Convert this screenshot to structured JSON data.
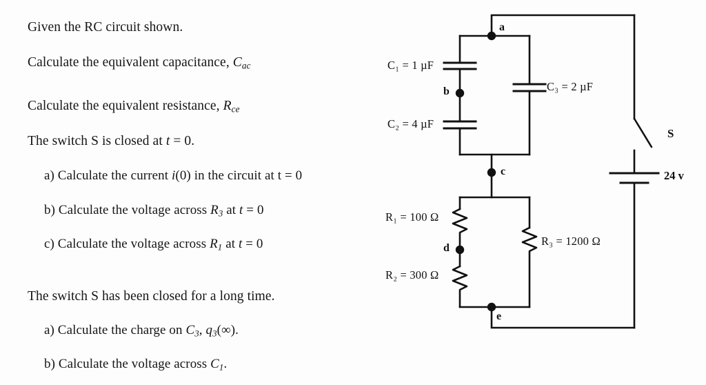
{
  "problem": {
    "intro": "Given the RC circuit shown.",
    "task_capacitance_pre": "Calculate the equivalent capacitance, ",
    "task_capacitance_sym": "C",
    "task_capacitance_sub": "ac",
    "task_resistance_pre": "Calculate the equivalent resistance, ",
    "task_resistance_sym": "R",
    "task_resistance_sub": "ce",
    "switch_closed_pre": "The switch S is closed at ",
    "switch_closed_t": "t",
    "switch_closed_post": " = 0.",
    "part1_a_pre": "a) Calculate the current ",
    "part1_a_i": "i",
    "part1_a_post": "(0) in the circuit at t = 0",
    "part1_b_pre": "b) Calculate the voltage across ",
    "part1_b_sym": "R",
    "part1_b_sub": "3",
    "part1_b_mid": " at ",
    "part1_b_t": "t",
    "part1_b_post": " = 0",
    "part1_c_pre": "c) Calculate the voltage across ",
    "part1_c_sym": "R",
    "part1_c_sub": "1",
    "part1_c_mid": " at ",
    "part1_c_t": "t",
    "part1_c_post": " = 0",
    "long_time": "The switch S has been closed for a long time.",
    "part2_a_pre": "a) Calculate the charge on ",
    "part2_a_sym1": "C",
    "part2_a_sub1": "3",
    "part2_a_mid": ", ",
    "part2_a_sym2": "q",
    "part2_a_sub2": "3",
    "part2_a_post": "(∞).",
    "part2_b_pre": "b) Calculate the voltage across ",
    "part2_b_sym": "C",
    "part2_b_sub": "1",
    "part2_b_post": "."
  },
  "circuit": {
    "components": {
      "c1": {
        "symbol": "C",
        "sub": "1",
        "value": "= 1 µF",
        "full": "C₁ = 1 µF"
      },
      "c2": {
        "symbol": "C",
        "sub": "2",
        "value": "= 4 µF",
        "full": "C₂ = 4 µF"
      },
      "c3": {
        "symbol": "C",
        "sub": "3",
        "value": "= 2 µF",
        "full": "C₃ = 2 µF"
      },
      "r1": {
        "symbol": "R",
        "sub": "1",
        "value": "= 100 Ω",
        "full": "R₁ = 100 Ω"
      },
      "r2": {
        "symbol": "R",
        "sub": "2",
        "value": "= 300 Ω",
        "full": "R₂ = 300 Ω"
      },
      "r3": {
        "symbol": "R",
        "sub": "3",
        "value": "= 1200 Ω",
        "full": "R₃ = 1200 Ω"
      }
    },
    "nodes": {
      "a": "a",
      "b": "b",
      "c": "c",
      "d": "d",
      "e": "e"
    },
    "switch_label": "S",
    "battery_label": "24 v",
    "colors": {
      "wire": "#111111",
      "background": "#fdfdfd",
      "text": "#151515"
    }
  }
}
